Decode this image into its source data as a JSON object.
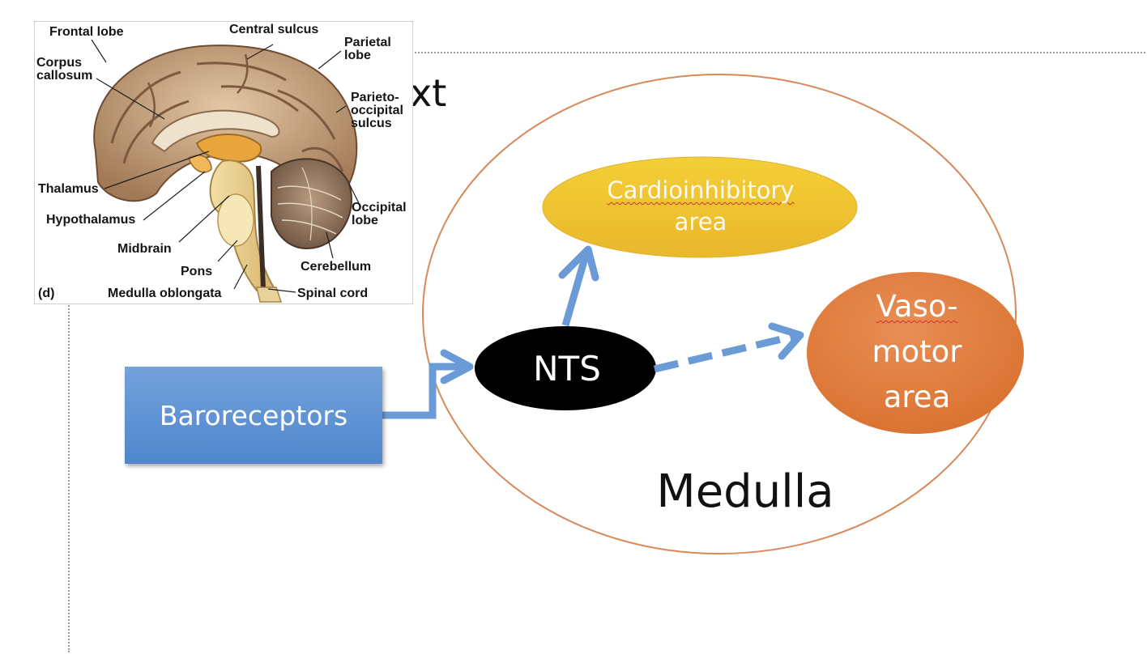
{
  "slide": {
    "title_fragment": "xt",
    "brain_figure": {
      "labels": {
        "frontal_lobe": "Frontal lobe",
        "central_sulcus": "Central sulcus",
        "parietal_lobe": "Parietal\nlobe",
        "corpus_callosum": "Corpus\ncallosum",
        "parieto_occipital_sulcus": "Parieto-\noccipital\nsulcus",
        "thalamus": "Thalamus",
        "occipital_lobe": "Occipital\nlobe",
        "hypothalamus": "Hypothalamus",
        "midbrain": "Midbrain",
        "cerebellum": "Cerebellum",
        "pons": "Pons",
        "panel_letter": "(d)",
        "medulla_oblongata": "Medulla oblongata",
        "spinal_cord": "Spinal cord"
      }
    },
    "diagram": {
      "baroreceptors": "Baroreceptors",
      "nts": "NTS",
      "cardioinhibitory_line1": "Cardioinhibitory",
      "cardioinhibitory_line2": "area",
      "vasomotor_line1": "Vaso-",
      "vasomotor_line2": "motor",
      "vasomotor_line3": "area",
      "medulla": "Medulla"
    },
    "colors": {
      "arrow": "#6b9bd7",
      "baroreceptors": "#5b8fd0",
      "nts": "#000000",
      "cardioinhibitory": "#f0c428",
      "vasomotor": "#e07a3a",
      "medulla_outline": "#d8895a"
    }
  }
}
